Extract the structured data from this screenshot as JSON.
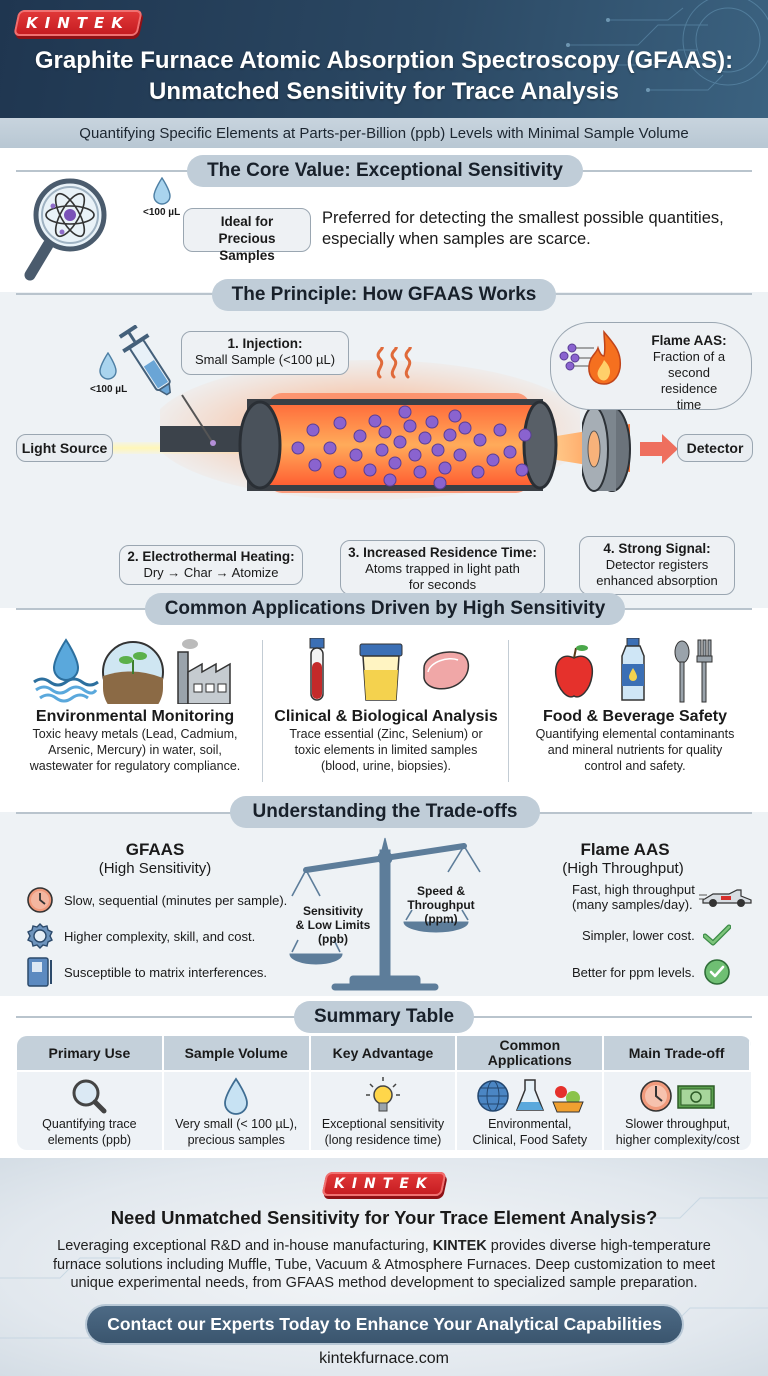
{
  "brand": {
    "logo_text": "KINTEK",
    "accent": "#d42a2e",
    "navy": "#2b4863"
  },
  "header": {
    "title_line1": "Graphite Furnace Atomic Absorption Spectroscopy (GFAAS):",
    "title_line2": "Unmatched Sensitivity for Trace Analysis",
    "subtitle": "Quantifying Specific Elements at Parts-per-Billion (ppb) Levels with Minimal Sample Volume"
  },
  "core_value": {
    "heading": "The Core Value: Exceptional Sensitivity",
    "droplet_label": "<100 µL",
    "bubble_line1": "Ideal for",
    "bubble_line2": "Precious Samples",
    "description_line1": "Preferred for detecting the smallest possible quantities,",
    "description_line2": "especially when samples are scarce."
  },
  "principle": {
    "heading": "The Principle: How GFAAS Works",
    "droplet_label": "<100 µL",
    "light_source": "Light Source",
    "detector": "Detector",
    "step1_title": "1. Injection:",
    "step1_text": "Small Sample (<100 µL)",
    "flame_title": "Flame AAS:",
    "flame_text1": "Fraction of a",
    "flame_text2": "second residence",
    "flame_text3": "time",
    "step2_title": "2. Electrothermal Heating:",
    "step2_text": "Dry → Char → Atomize",
    "step3_title": "3. Increased Residence Time:",
    "step3_text1": "Atoms trapped in light path",
    "step3_text2": "for seconds",
    "step4_title": "4. Strong Signal:",
    "step4_text1": "Detector registers",
    "step4_text2": "enhanced absorption"
  },
  "applications": {
    "heading": "Common Applications Driven by High Sensitivity",
    "items": [
      {
        "title": "Environmental Monitoring",
        "lines": [
          "Toxic heavy metals (Lead, Cadmium,",
          "Arsenic, Mercury) in water, soil,",
          "wastewater for regulatory compliance."
        ]
      },
      {
        "title": "Clinical & Biological Analysis",
        "lines": [
          "Trace essential (Zinc, Selenium) or",
          "toxic elements in limited samples",
          "(blood, urine, biopsies)."
        ]
      },
      {
        "title": "Food & Beverage Safety",
        "lines": [
          "Quantifying elemental contaminants",
          "and mineral nutrients for quality",
          "control and safety."
        ]
      }
    ]
  },
  "tradeoffs": {
    "heading": "Understanding the Trade-offs",
    "gfaas": {
      "title": "GFAAS",
      "subtitle": "(High Sensitivity)",
      "items": [
        "Slow, sequential (minutes per sample).",
        "Higher complexity, skill, and cost.",
        "Susceptible to matrix interferences."
      ]
    },
    "scale_left": [
      "Sensitivity",
      "& Low Limits",
      "(ppb)"
    ],
    "scale_right": [
      "Speed &",
      "Throughput",
      "(ppm)"
    ],
    "flame": {
      "title": "Flame AAS",
      "subtitle": "(High Throughput)",
      "items": [
        [
          "Fast, high throughput",
          "(many samples/day)."
        ],
        [
          "Simpler, lower cost."
        ],
        [
          "Better for ppm levels."
        ]
      ]
    }
  },
  "summary": {
    "heading": "Summary Table",
    "columns": [
      {
        "header": "Primary Use",
        "lines": [
          "Quantifying trace",
          "elements (ppb)"
        ]
      },
      {
        "header": "Sample Volume",
        "lines": [
          "Very small (< 100 µL),",
          "precious samples"
        ]
      },
      {
        "header": "Key Advantage",
        "lines": [
          "Exceptional sensitivity",
          "(long residence time)"
        ]
      },
      {
        "header": "Common Applications",
        "lines": [
          "Environmental,",
          "Clinical, Food Safety"
        ]
      },
      {
        "header": "Main Trade-off",
        "lines": [
          "Slower throughput,",
          "higher complexity/cost"
        ]
      }
    ]
  },
  "footer": {
    "logo_text": "KINTEK",
    "headline": "Need Unmatched Sensitivity for Your Trace Element Analysis?",
    "body_pre": "Leveraging exceptional R&D and in-house manufacturing, ",
    "body_brand": "KINTEK",
    "body_post1": " provides diverse high-temperature",
    "body_line2": "furnace solutions including Muffle, Tube, Vacuum & Atmosphere Furnaces. Deep customization to meet",
    "body_line3": "unique experimental needs, from GFAAS method development to specialized sample preparation.",
    "cta_label": "Contact our Experts Today to Enhance Your Analytical Capabilities",
    "website": "kintekfurnace.com"
  }
}
